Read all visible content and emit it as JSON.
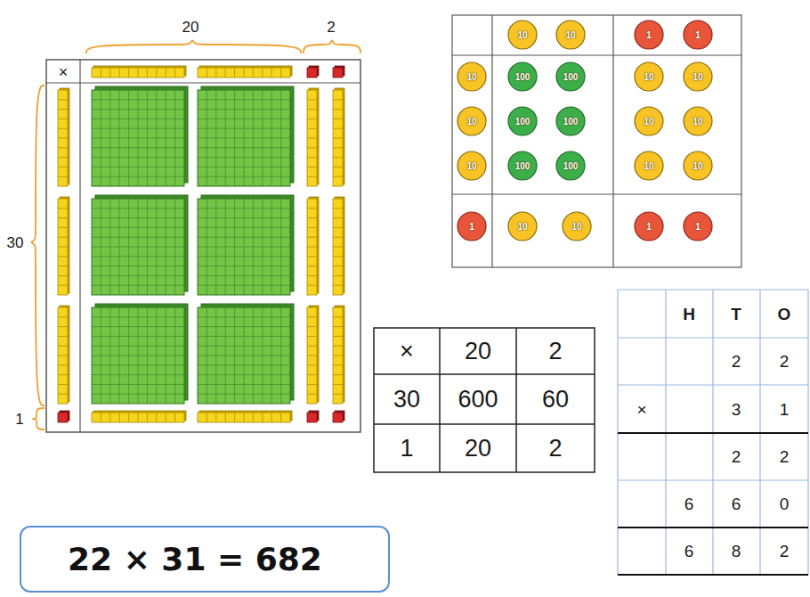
{
  "diagram": {
    "nodes": [
      {
        "text": [
          "10"
        ]
      },
      {
        "text": [
          "10"
        ]
      },
      {
        "text": [
          "1"
        ]
      },
      {
        "text": [
          "1"
        ]
      },
      {
        "text": [
          "10"
        ]
      },
      {
        "text": [
          "100"
        ]
      },
      {
        "text": [
          "100"
        ]
      },
      {
        "text": [
          "10"
        ]
      },
      {
        "text": [
          "10"
        ]
      },
      {
        "text": [
          "10"
        ]
      },
      {
        "text": [
          "100"
        ]
      },
      {
        "text": [
          "100"
        ]
      },
      {
        "text": [
          "10"
        ]
      },
      {
        "text": [
          "10"
        ]
      },
      {
        "text": [
          "10"
        ]
      },
      {
        "text": [
          "100"
        ]
      },
      {
        "text": [
          "100"
        ]
      },
      {
        "text": [
          "10"
        ]
      },
      {
        "text": [
          "10"
        ]
      },
      {
        "text": [
          "1"
        ]
      },
      {
        "text": [
          "10"
        ]
      },
      {
        "text": [
          "10"
        ]
      },
      {
        "text": [
          "1"
        ]
      },
      {
        "text": [
          "1"
        ]
      },
      {
        "text": [
          "22 × 31 = 682"
        ]
      }
    ],
    "labels": [
      "20",
      "2",
      "×",
      "30",
      "1",
      "×",
      "20",
      "2",
      "30",
      "600",
      "60",
      "1",
      "20",
      "2",
      "H",
      "T",
      "O",
      "2",
      "2",
      "×",
      "3",
      "1",
      "2",
      "2",
      "6",
      "6",
      "0",
      "6",
      "8",
      "2"
    ]
  }
}
